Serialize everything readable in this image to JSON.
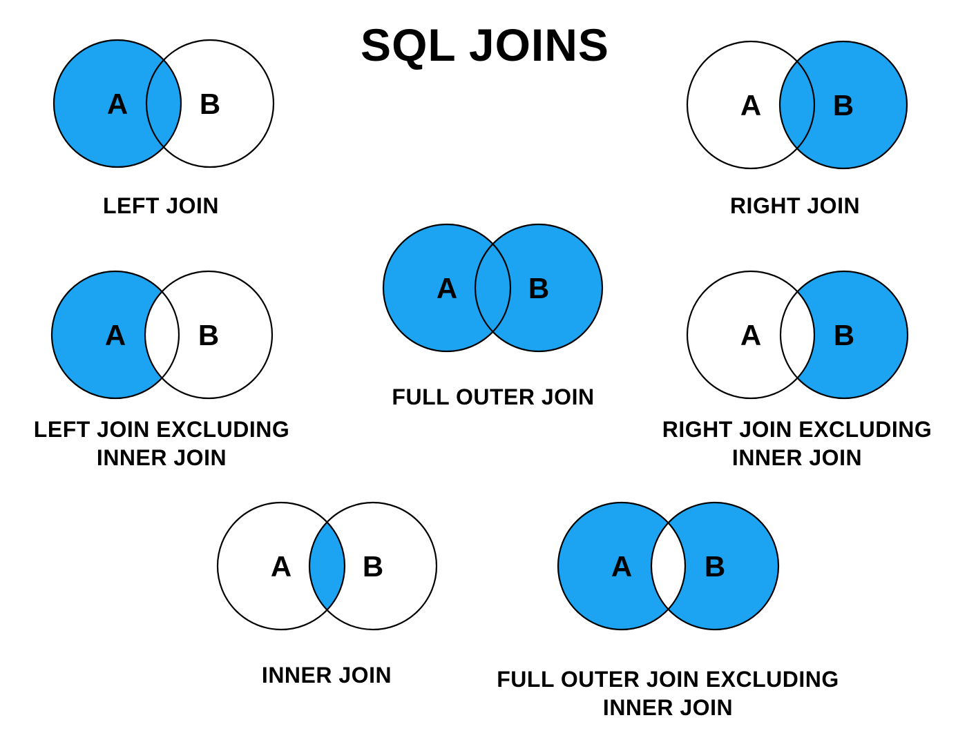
{
  "title": "SQL JOINS",
  "set_labels": {
    "a": "A",
    "b": "B"
  },
  "colors": {
    "highlight_blue": "#1CA4F2",
    "circle_outline": "#000000",
    "background": "#FFFFFF",
    "text": "#000000"
  },
  "diagrams": [
    {
      "name": "left-join",
      "label_lines": [
        "LEFT JOIN"
      ],
      "shaded_region": "all-of-a"
    },
    {
      "name": "right-join",
      "label_lines": [
        "RIGHT JOIN"
      ],
      "shaded_region": "all-of-b"
    },
    {
      "name": "left-join-excluding-inner-join",
      "label_lines": [
        "LEFT JOIN EXCLUDING",
        "INNER JOIN"
      ],
      "shaded_region": "a-minus-intersection"
    },
    {
      "name": "full-outer-join",
      "label_lines": [
        "FULL OUTER JOIN"
      ],
      "shaded_region": "a-and-b"
    },
    {
      "name": "right-join-excluding-inner-join",
      "label_lines": [
        "RIGHT JOIN EXCLUDING",
        "INNER JOIN"
      ],
      "shaded_region": "b-minus-intersection"
    },
    {
      "name": "inner-join",
      "label_lines": [
        "INNER JOIN"
      ],
      "shaded_region": "intersection-only"
    },
    {
      "name": "full-outer-join-excluding-inner-join",
      "label_lines": [
        "FULL OUTER JOIN EXCLUDING",
        "INNER JOIN"
      ],
      "shaded_region": "a-and-b-minus-intersection"
    }
  ]
}
